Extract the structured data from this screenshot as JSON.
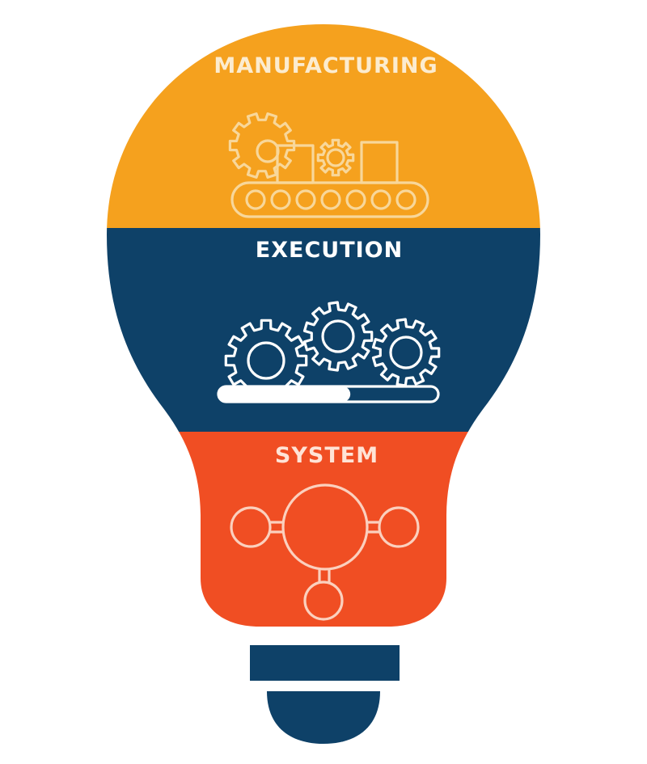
{
  "bulb": {
    "sections": [
      {
        "id": "manufacturing",
        "label": "MANUFACTURING",
        "color": "#F5A11E",
        "label_color": "#FCECCF",
        "icon_color": "#F8D79A",
        "icon": "conveyor-belt-icon"
      },
      {
        "id": "execution",
        "label": "EXECUTION",
        "color": "#0E4168",
        "label_color": "#FFFFFF",
        "icon_color": "#FFFFFF",
        "icon": "gears-progress-icon",
        "progress": 0.6
      },
      {
        "id": "system",
        "label": "SYSTEM",
        "color": "#F04E23",
        "label_color": "#FFE3D6",
        "icon_color": "#FBD0BE",
        "icon": "network-nodes-icon"
      }
    ],
    "base_color": "#0E4168"
  }
}
